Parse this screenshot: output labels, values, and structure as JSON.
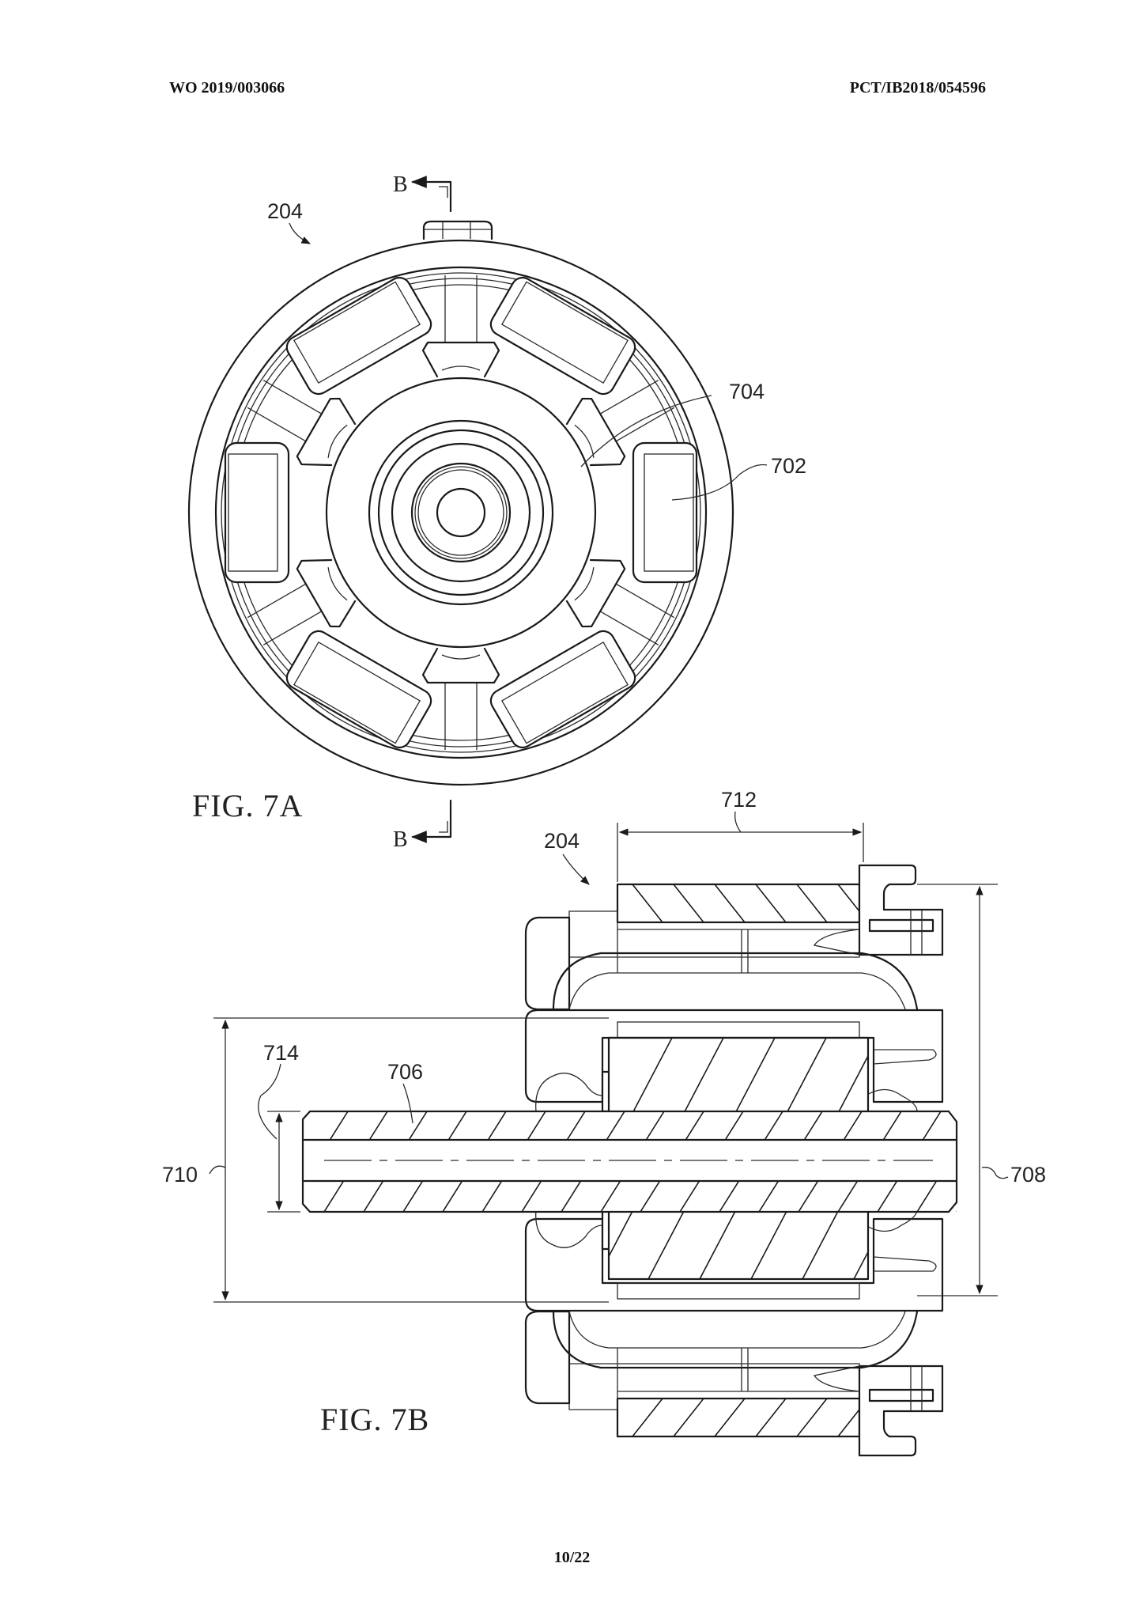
{
  "header": {
    "publication_number": "WO 2019/003066",
    "application_number": "PCT/IB2018/054596"
  },
  "page": {
    "number": "10/22"
  },
  "figures": [
    {
      "id": "fig-7a",
      "caption": "FIG. 7A",
      "section_marker": "B",
      "reference_labels": {
        "assembly": "204",
        "rotor": "704",
        "magnet": "702"
      }
    },
    {
      "id": "fig-7b",
      "caption": "FIG. 7B",
      "reference_labels": {
        "assembly": "204",
        "stack_length": "712",
        "shaft": "706",
        "bore_diameter": "714",
        "rotor_diameter": "710",
        "outer_diameter": "708"
      }
    }
  ],
  "colors": {
    "ink": "#1a1a1a",
    "paper": "#ffffff"
  }
}
